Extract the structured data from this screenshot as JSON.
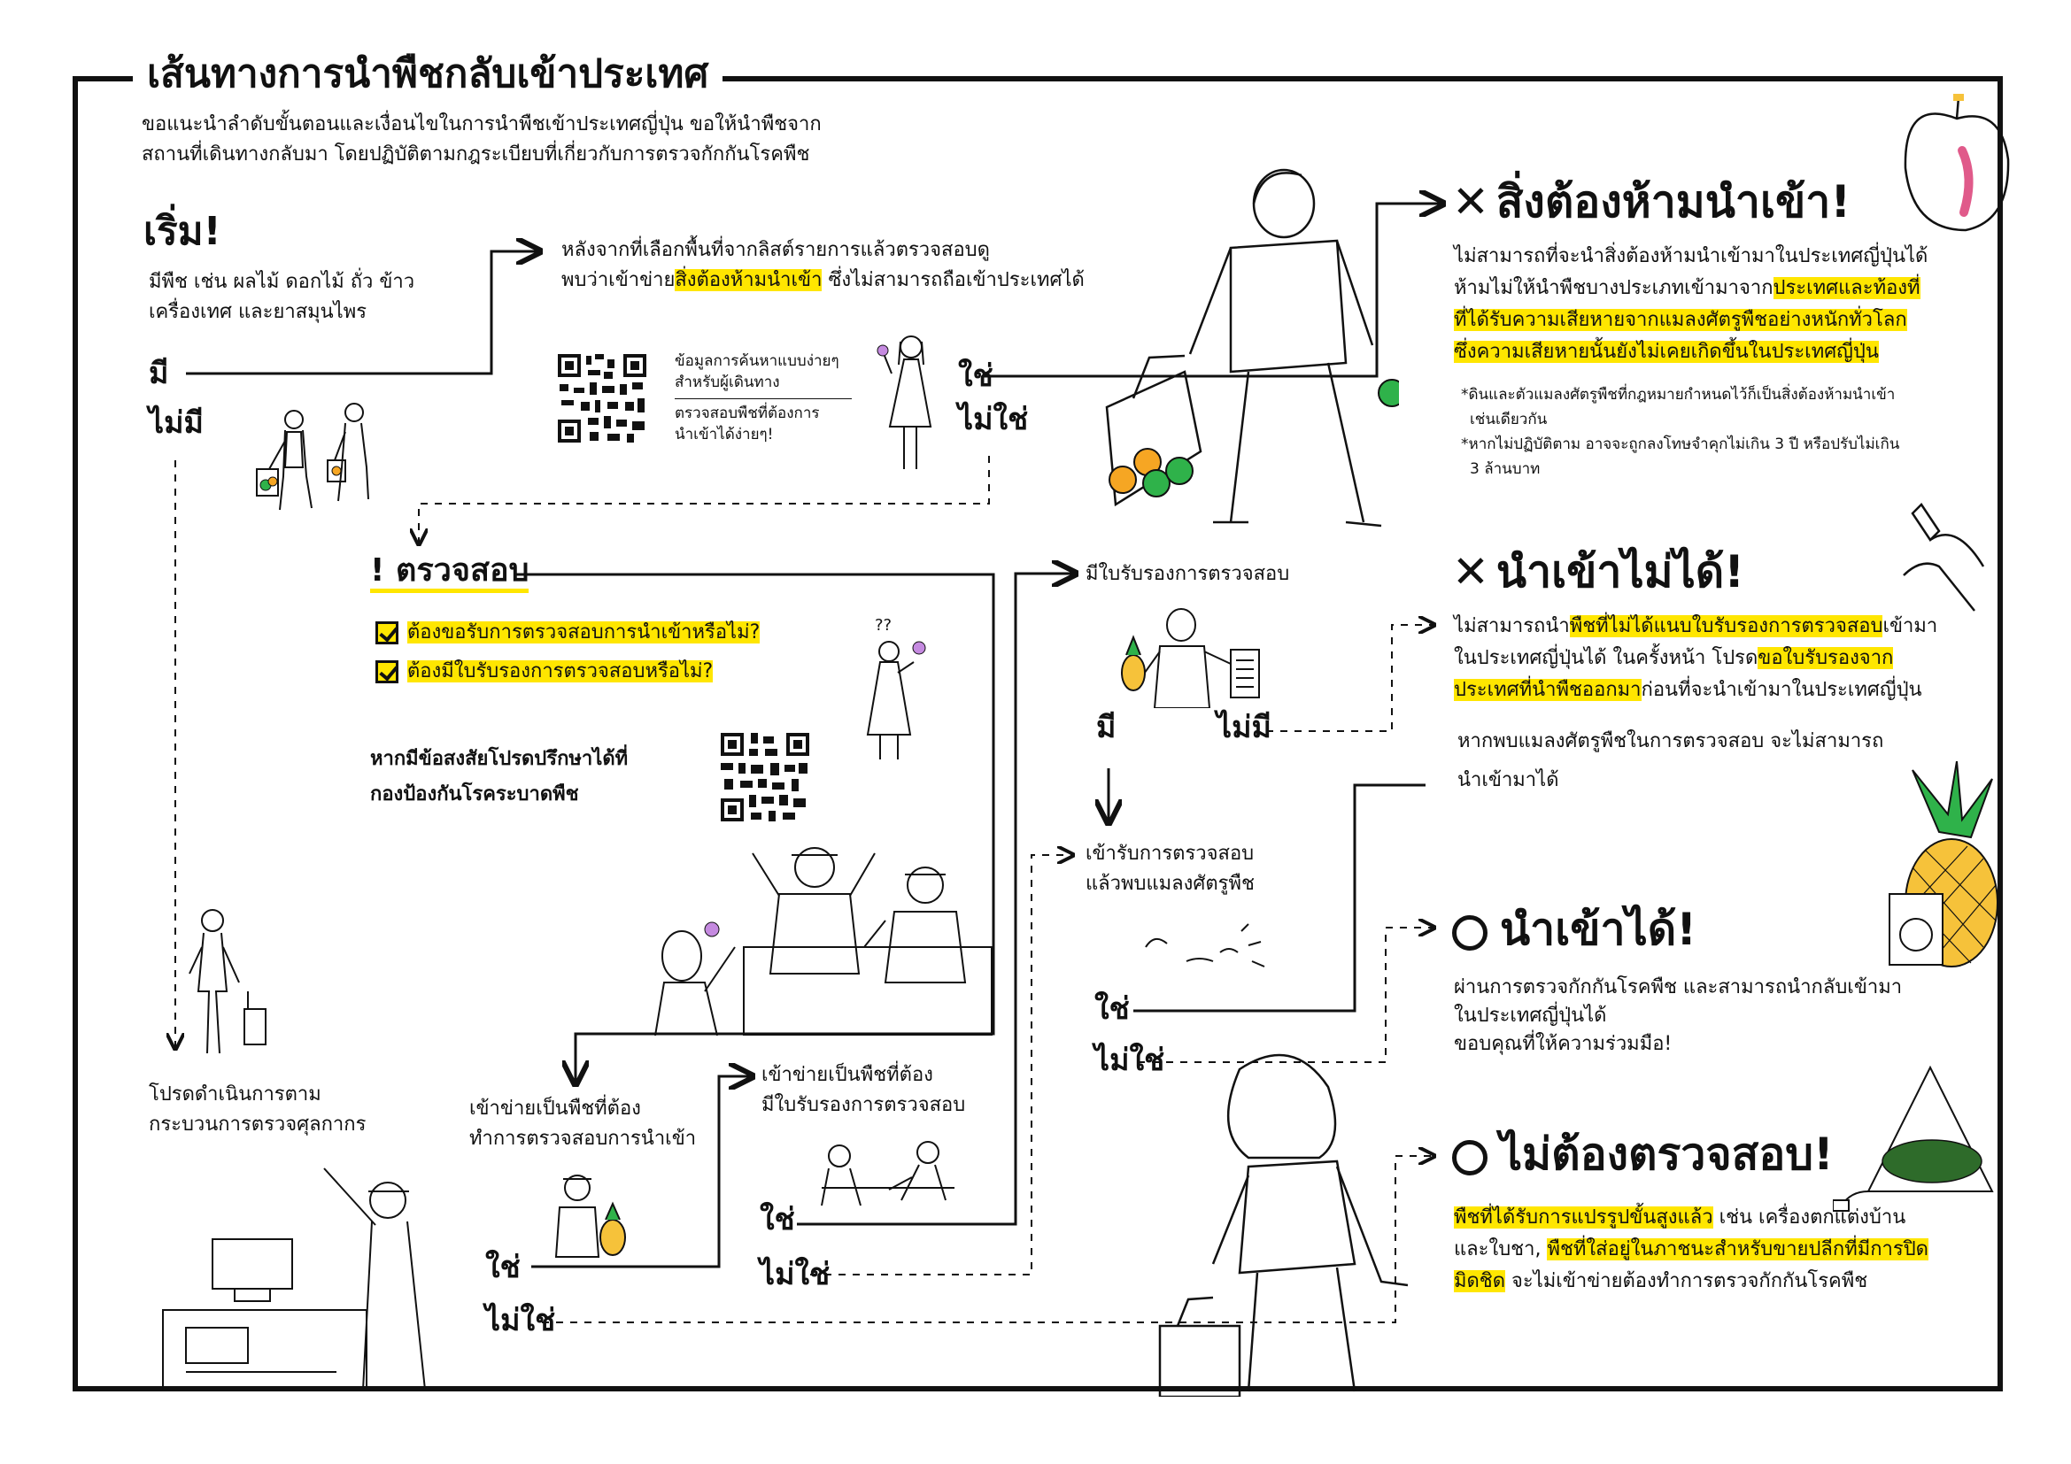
{
  "title": "เส้นทางการนำพืชกลับเข้าประเทศ",
  "intro": [
    "ขอแนะนำลำดับขั้นตอนและเงื่อนไขในการนำพืชเข้าประเทศญี่ปุ่น ขอให้นำพืชจาก",
    "สถานที่เดินทางกลับมา โดยปฏิบัติตามกฎระเบียบที่เกี่ยวกับการตรวจกักกันโรคพืช"
  ],
  "start": {
    "label": "เริ่ม!",
    "desc1": "มีพืช เช่น ผลไม้ ดอกไม้ ถั่ว ข้าว",
    "desc2": "เครื่องเทศ และยาสมุนไพร",
    "yes": "มี",
    "no": "ไม่มี"
  },
  "customs": {
    "line1": "โปรดดำเนินการตาม",
    "line2": "กระบวนการตรวจศุลกากร"
  },
  "list_check": {
    "line1": "หลังจากที่เลือกพื้นที่จากลิสต์รายการแล้วตรวจสอบดู",
    "line2a": "พบว่าเข้าข่าย",
    "line2b": "สิ่งต้องห้ามนำเข้า",
    "line2c": " ซึ่งไม่สามารถถือเข้าประเทศได้",
    "qr_title1": "ข้อมูลการค้นหาแบบง่ายๆ",
    "qr_title2": "สำหรับผู้เดินทาง",
    "qr_sub1": "ตรวจสอบพืชที่ต้องการ",
    "qr_sub2": "นำเข้าได้ง่ายๆ!",
    "yes": "ใช่",
    "no": "ไม่ใช่"
  },
  "inspection": {
    "label": "! ตรวจสอบ",
    "check1": "ต้องขอรับการตรวจสอบการนำเข้าหรือไม่?",
    "check2": "ต้องมีใบรับรองการตรวจสอบหรือไม่?",
    "consult1": "หากมีข้อสงสัยโปรดปรึกษาได้ที่",
    "consult2": "กองป้องกันโรคระบาดพืช"
  },
  "needs_import": {
    "line1": "เข้าข่ายเป็นพืชที่ต้อง",
    "line2": "ทำการตรวจสอบการนำเข้า",
    "yes": "ใช่",
    "no": "ไม่ใช่"
  },
  "needs_cert": {
    "line1": "เข้าข่ายเป็นพืชที่ต้อง",
    "line2": "มีใบรับรองการตรวจสอบ",
    "yes": "ใช่",
    "no": "ไม่ใช่"
  },
  "has_cert": {
    "label": "มีใบรับรองการตรวจสอบ",
    "yes": "มี",
    "no": "ไม่มี"
  },
  "inspected": {
    "line1": "เข้ารับการตรวจสอบ",
    "line2": "แล้วพบแมลงศัตรูพืช",
    "yes": "ใช่",
    "no": "ไม่ใช่"
  },
  "prohibited": {
    "head": "สิ่งต้องห้ามนำเข้า!",
    "l1": "ไม่สามารถที่จะนำสิ่งต้องห้ามนำเข้ามาในประเทศญี่ปุ่นได้",
    "l2a": "ห้ามไม่ให้นำพืชบางประเภทเข้ามาจาก",
    "l2b": "ประเทศและท้องที่",
    "l3": "ที่ได้รับความเสียหายจากแมลงศัตรูพืชอย่างหนักทั่วโลก",
    "l4": "ซึ่งความเสียหายนั้นยังไม่เคยเกิดขึ้นในประเทศญี่ปุ่น",
    "n1": "*ดินและตัวแมลงศัตรูพืชที่กฎหมายกำหนดไว้ก็เป็นสิ่งต้องห้ามนำเข้า",
    "n2": "เช่นเดียวกัน",
    "n3": "*หากไม่ปฏิบัติตาม อาจจะถูกลงโทษจำคุกไม่เกิน 3 ปี หรือปรับไม่เกิน",
    "n4": "3 ล้านบาท"
  },
  "cannot": {
    "head": "นำเข้าไม่ได้!",
    "l1a": "ไม่สามารถนำ",
    "l1b": "พืชที่ไม่ได้แนบใบรับรองการตรวจสอบ",
    "l1c": "เข้ามา",
    "l2a": "ในประเทศญี่ปุ่นได้ ในครั้งหน้า โปรด",
    "l2b": "ขอใบรับรองจาก",
    "l3a": "ประเทศที่นำพืชออกมา",
    "l3b": "ก่อนที่จะนำเข้ามาในประเทศญี่ปุ่น",
    "l4": "หากพบแมลงศัตรูพืชในการตรวจสอบ จะไม่สามารถ",
    "l5": "นำเข้ามาได้"
  },
  "can": {
    "head": "นำเข้าได้!",
    "l1": "ผ่านการตรวจกักกันโรคพืช และสามารถนำกลับเข้ามา",
    "l2": "ในประเทศญี่ปุ่นได้",
    "l3": "ขอบคุณที่ให้ความร่วมมือ!"
  },
  "no_inspection": {
    "head": "ไม่ต้องตรวจสอบ!",
    "l1a": "พืชที่ได้รับการแปรรูปขั้นสูงแล้ว",
    "l1b": " เช่น เครื่องตกแต่งบ้าน",
    "l2a": "และใบชา, ",
    "l2b": "พืชที่ใส่อยู่ในภาชนะสำหรับขายปลีกที่มีการปิด",
    "l3a": "มิดชิด",
    "l3b": " จะไม่เข้าข่ายต้องทำการตรวจกักกันโรคพืช"
  },
  "colors": {
    "accent": "#ffe600",
    "ink": "#111111",
    "green": "#2fb24a",
    "orange": "#f6a623"
  }
}
